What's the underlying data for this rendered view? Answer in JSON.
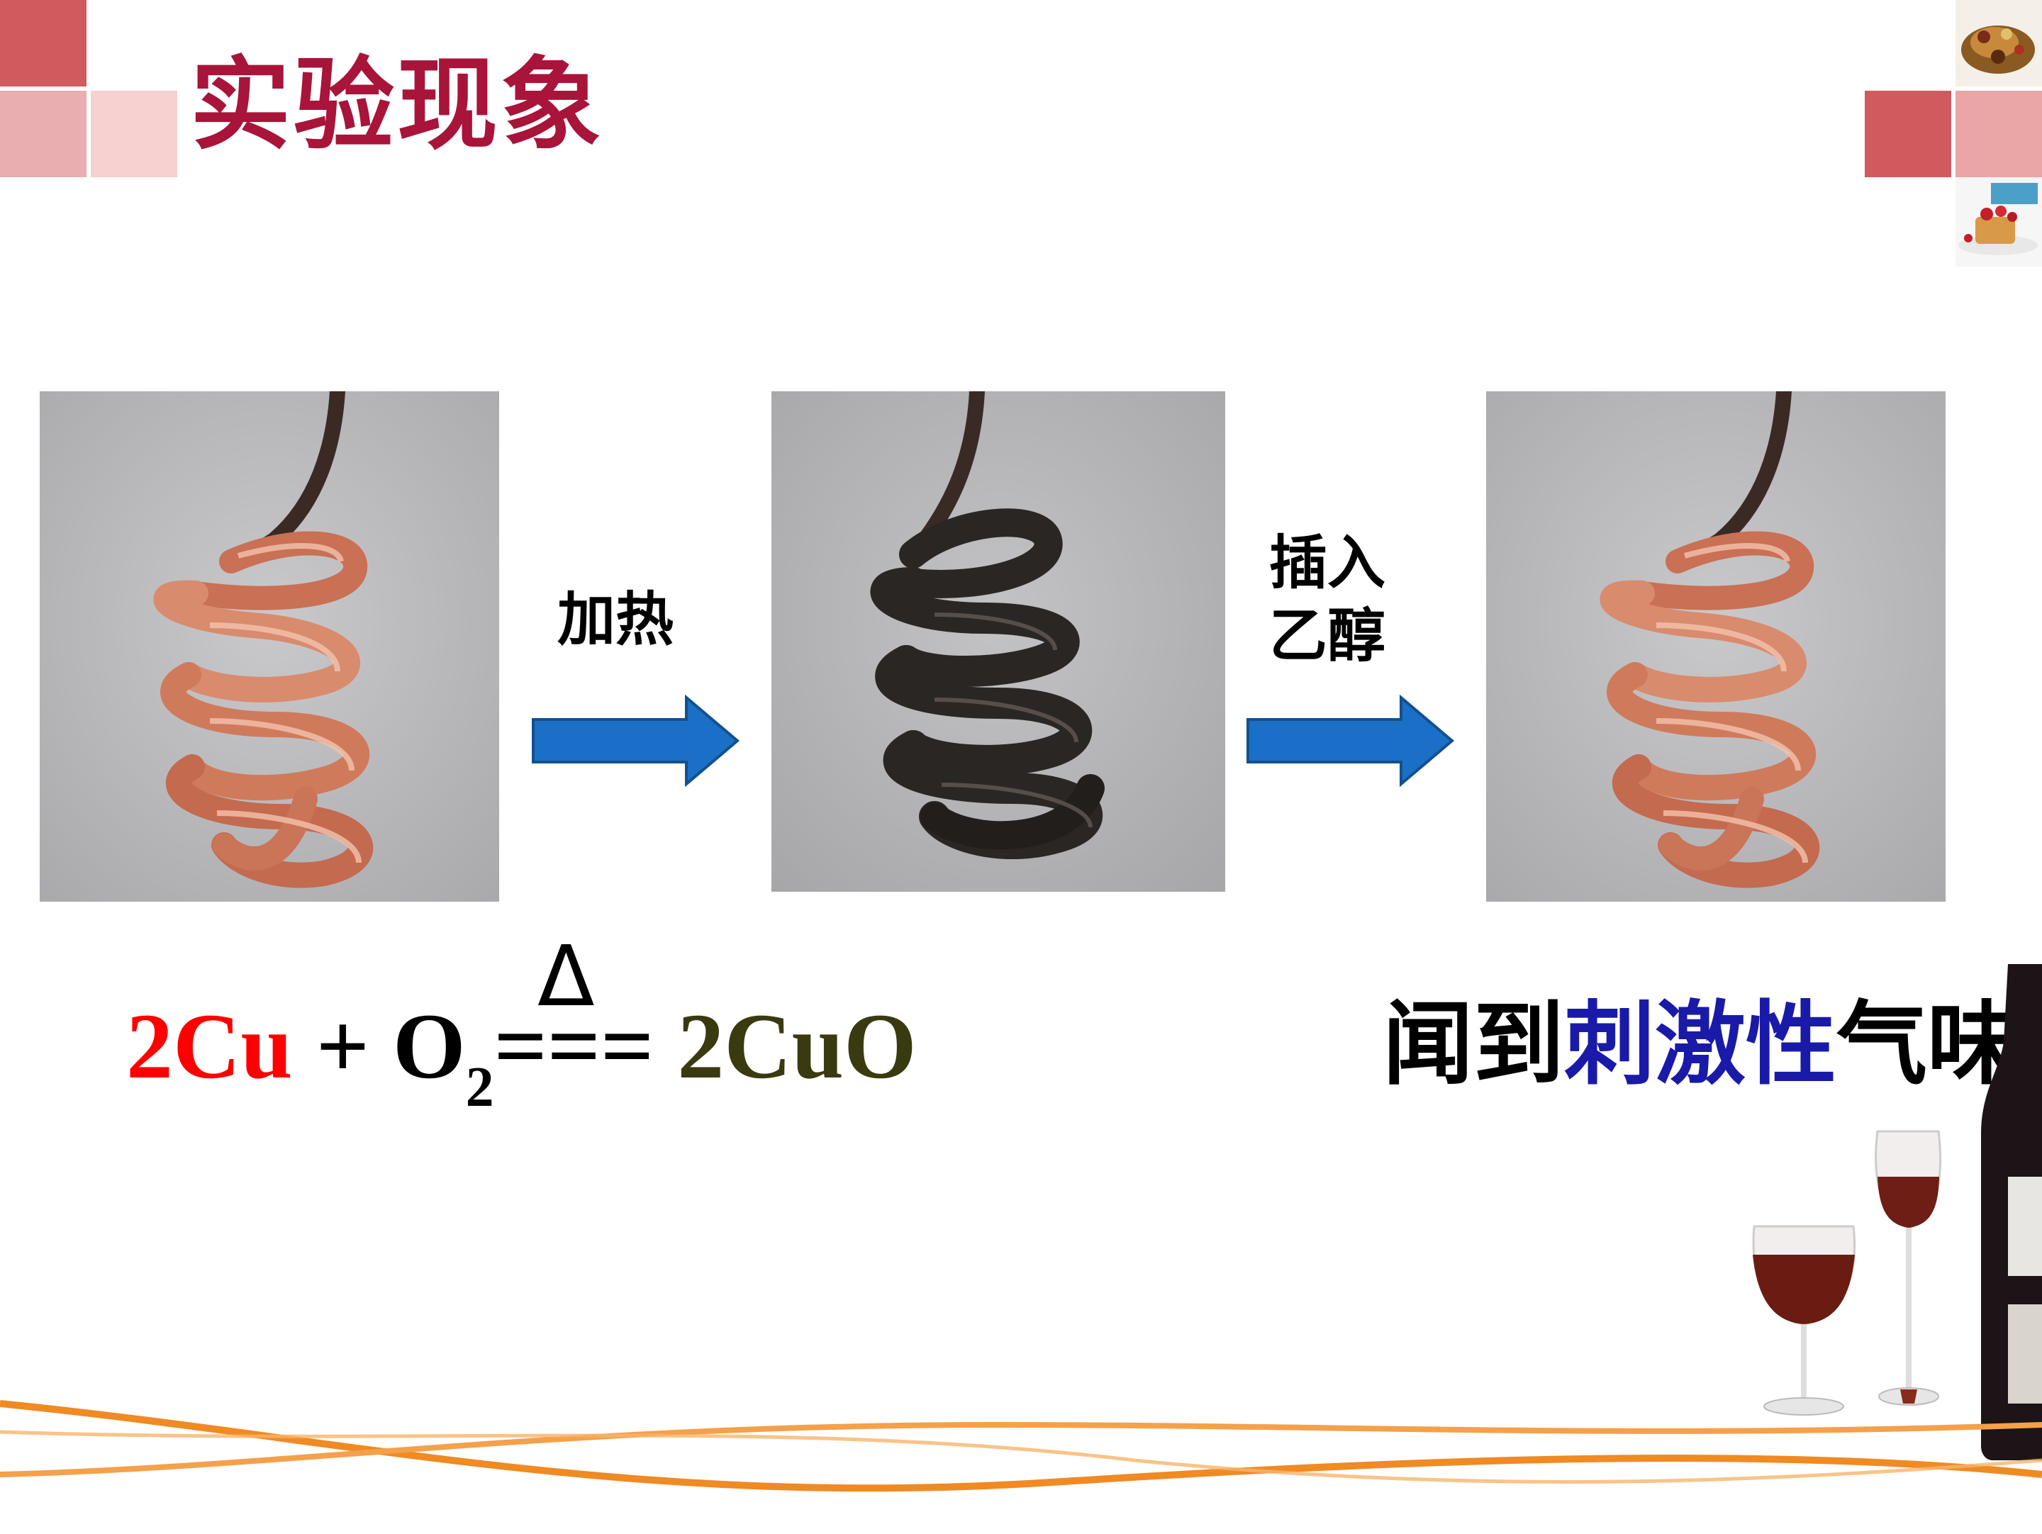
{
  "slide": {
    "title": "实验现象",
    "colors": {
      "title": "#a8143a",
      "arrow": "#1a6fc6",
      "cu_red": "#ff0000",
      "cuo_olive": "#3a3a10",
      "emphasis_blue": "#1a1aa8",
      "orange_line": "#f08a22"
    }
  },
  "process": {
    "step1_label": "加热",
    "step2_label_line1": "插入",
    "step2_label_line2": "乙醇",
    "images": [
      {
        "name": "copper coil",
        "state": "bright copper"
      },
      {
        "name": "oxidized copper coil",
        "state": "black"
      },
      {
        "name": "copper coil",
        "state": "bright copper"
      }
    ]
  },
  "equation": {
    "reactant1": "2Cu",
    "plus": " + ",
    "reactant2": "O",
    "reactant2_sub": "2",
    "equals": "===",
    "product": " 2CuO",
    "condition": "Δ"
  },
  "observation": {
    "part1": "闻到",
    "part2": "刺激性",
    "part3": "气味"
  }
}
